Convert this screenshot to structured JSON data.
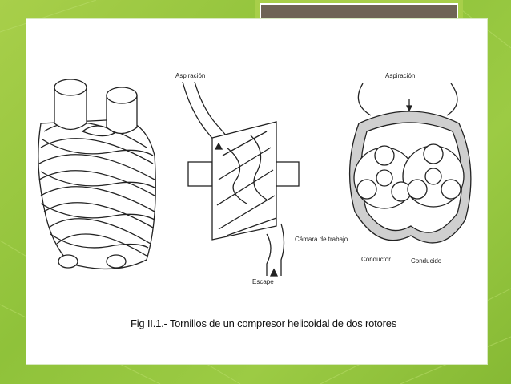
{
  "slide": {
    "title_text": "",
    "labels": {
      "aspiracion_mid": "Aspiración",
      "aspiracion_right": "Aspiración",
      "escape": "Escape",
      "camara": "Cámara de trabajo",
      "conductor": "Conductor",
      "conducido": "Conducido"
    },
    "caption": "Fig II.1.- Tornillos de un compresor helicoidal de dos rotores"
  },
  "colors": {
    "background": "#9ccb44",
    "title_box": "#6f6455",
    "slide": "#ffffff"
  }
}
